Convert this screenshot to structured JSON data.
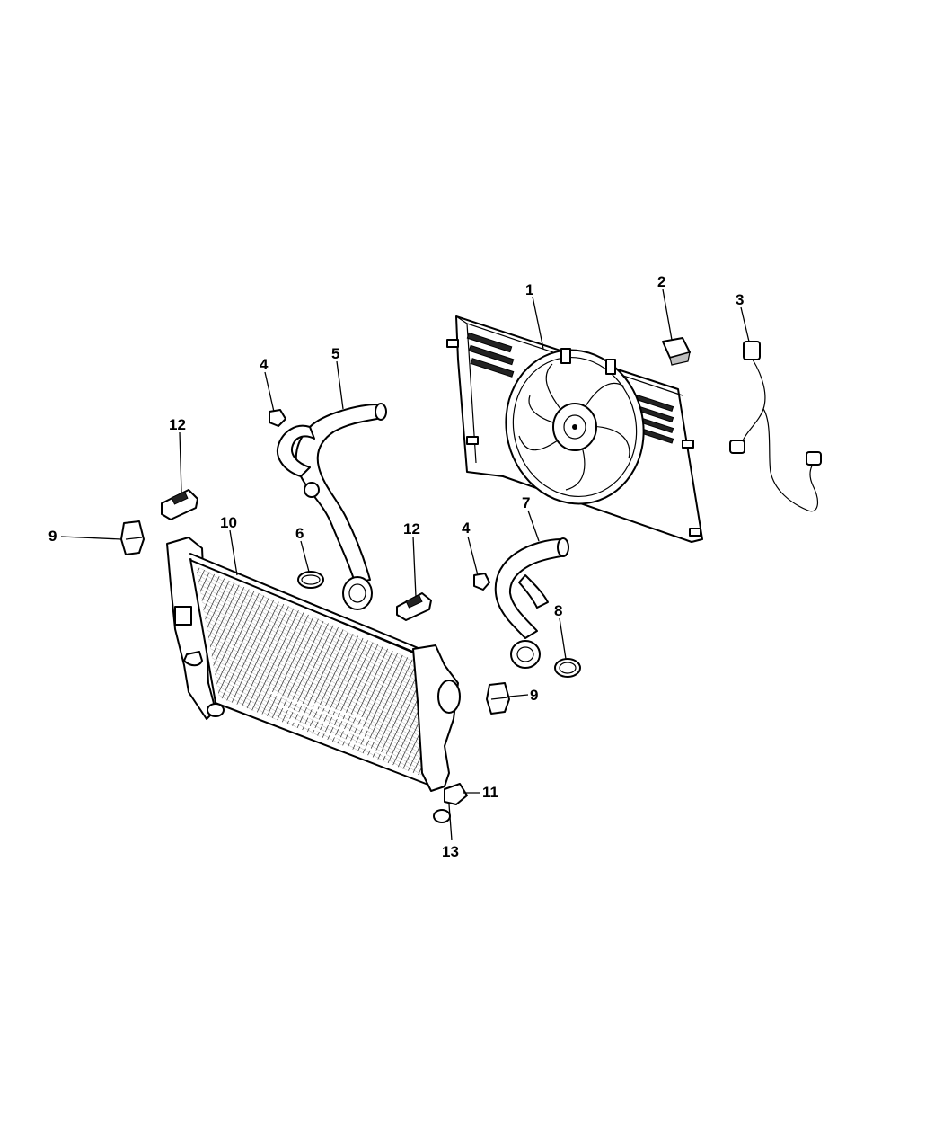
{
  "callouts": [
    {
      "id": "c1",
      "label": "1"
    },
    {
      "id": "c2",
      "label": "2"
    },
    {
      "id": "c3",
      "label": "3"
    },
    {
      "id": "c4a",
      "label": "4"
    },
    {
      "id": "c4b",
      "label": "4"
    },
    {
      "id": "c5",
      "label": "5"
    },
    {
      "id": "c6",
      "label": "6"
    },
    {
      "id": "c7",
      "label": "7"
    },
    {
      "id": "c8",
      "label": "8"
    },
    {
      "id": "c9a",
      "label": "9"
    },
    {
      "id": "c9b",
      "label": "9"
    },
    {
      "id": "c10",
      "label": "10"
    },
    {
      "id": "c11",
      "label": "11"
    },
    {
      "id": "c12a",
      "label": "12"
    },
    {
      "id": "c12b",
      "label": "12"
    },
    {
      "id": "c13",
      "label": "13"
    }
  ]
}
